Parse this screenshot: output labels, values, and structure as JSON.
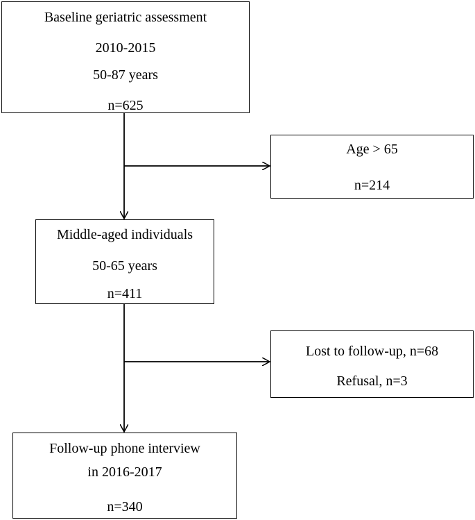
{
  "boxes": {
    "baseline": {
      "line1": "Baseline geriatric assessment",
      "line2": "2010-2015",
      "line3": "50-87 years",
      "line4": "n=625"
    },
    "excluded_age": {
      "line1": "Age > 65",
      "line2": "n=214"
    },
    "middle_aged": {
      "line1": "Middle-aged individuals",
      "line2": "50-65 years",
      "line3": "n=411"
    },
    "lost": {
      "line1": "Lost to follow-up, n=68",
      "line2": "Refusal, n=3"
    },
    "followup": {
      "line1": "Follow-up phone interview",
      "line2": "in 2016-2017",
      "line3": "n=340"
    }
  }
}
